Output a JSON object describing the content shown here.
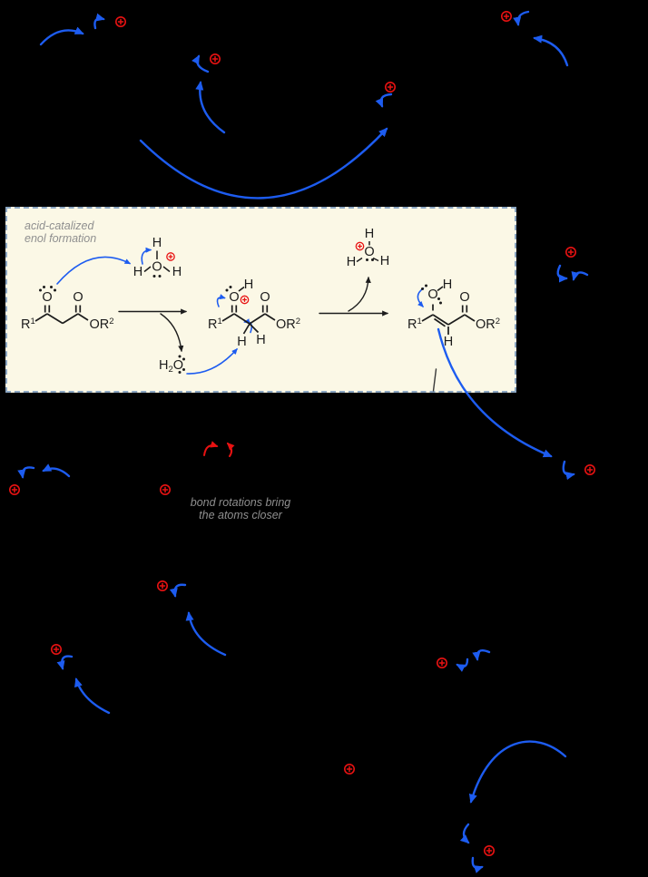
{
  "window": {
    "kind": "chemistry reaction mechanism diagram",
    "background": "#000000"
  },
  "enol_box": {
    "title_line1": "acid-catalized",
    "title_line2": "enol formation",
    "bg_color": "#fbf8e6",
    "border_color": "#8ba6c2"
  },
  "note": {
    "line1": "bond rotations bring",
    "line2": "the atoms closer"
  },
  "chem": {
    "R": "R",
    "one": "1",
    "two": "2",
    "O": "O",
    "H": "H",
    "OR": "OR",
    "water_H": "H",
    "water_sub": "2",
    "water_O": "O"
  },
  "symbols": {
    "plus_charge": "⊕",
    "plus_charge_count": 16
  },
  "colors": {
    "arrow_blue": "#1d5cf0",
    "charge_red": "#e81212",
    "structure_black": "#1c1c1c",
    "gray_text": "#8f8f8f"
  }
}
